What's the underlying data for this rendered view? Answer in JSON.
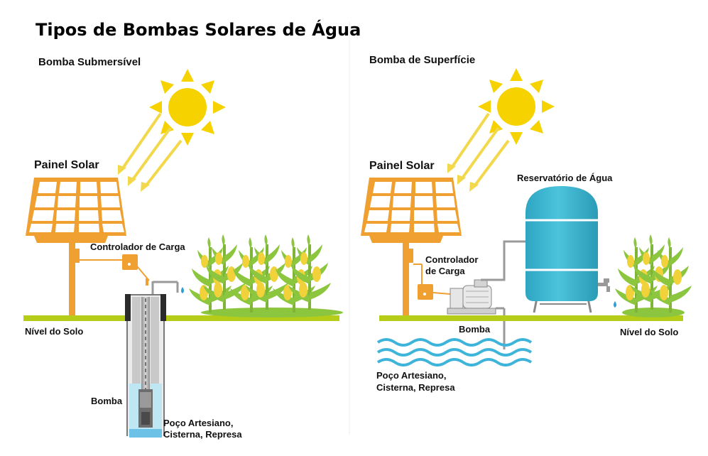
{
  "title": "Tipos de Bombas Solares de Água",
  "left": {
    "heading": "Bomba Submersível",
    "panel_label": "Painel Solar",
    "controller_label": "Controlador de Carga",
    "ground_label": "Nível do Solo",
    "pump_label": "Bomba",
    "well_label_line1": "Poço Artesiano,",
    "well_label_line2": "Cisterna, Represa"
  },
  "right": {
    "heading": "Bomba de Superfície",
    "panel_label": "Painel Solar",
    "reservoir_label": "Reservatório de Água",
    "controller_label_line1": "Controlador",
    "controller_label_line2": "de Carga",
    "pump_label": "Bomba",
    "ground_label": "Nível do Solo",
    "well_label_line1": "Poço Artesiano,",
    "well_label_line2": "Cisterna, Represa"
  },
  "colors": {
    "orange": "#F0A030",
    "sun": "#F5D200",
    "ray": "#F2D84A",
    "ground": "#B5CC18",
    "tank": "#3BB5CF",
    "water_wave": "#3FB4DA",
    "crop_leaf": "#8CC63F",
    "crop_corn": "#F2D23A"
  }
}
